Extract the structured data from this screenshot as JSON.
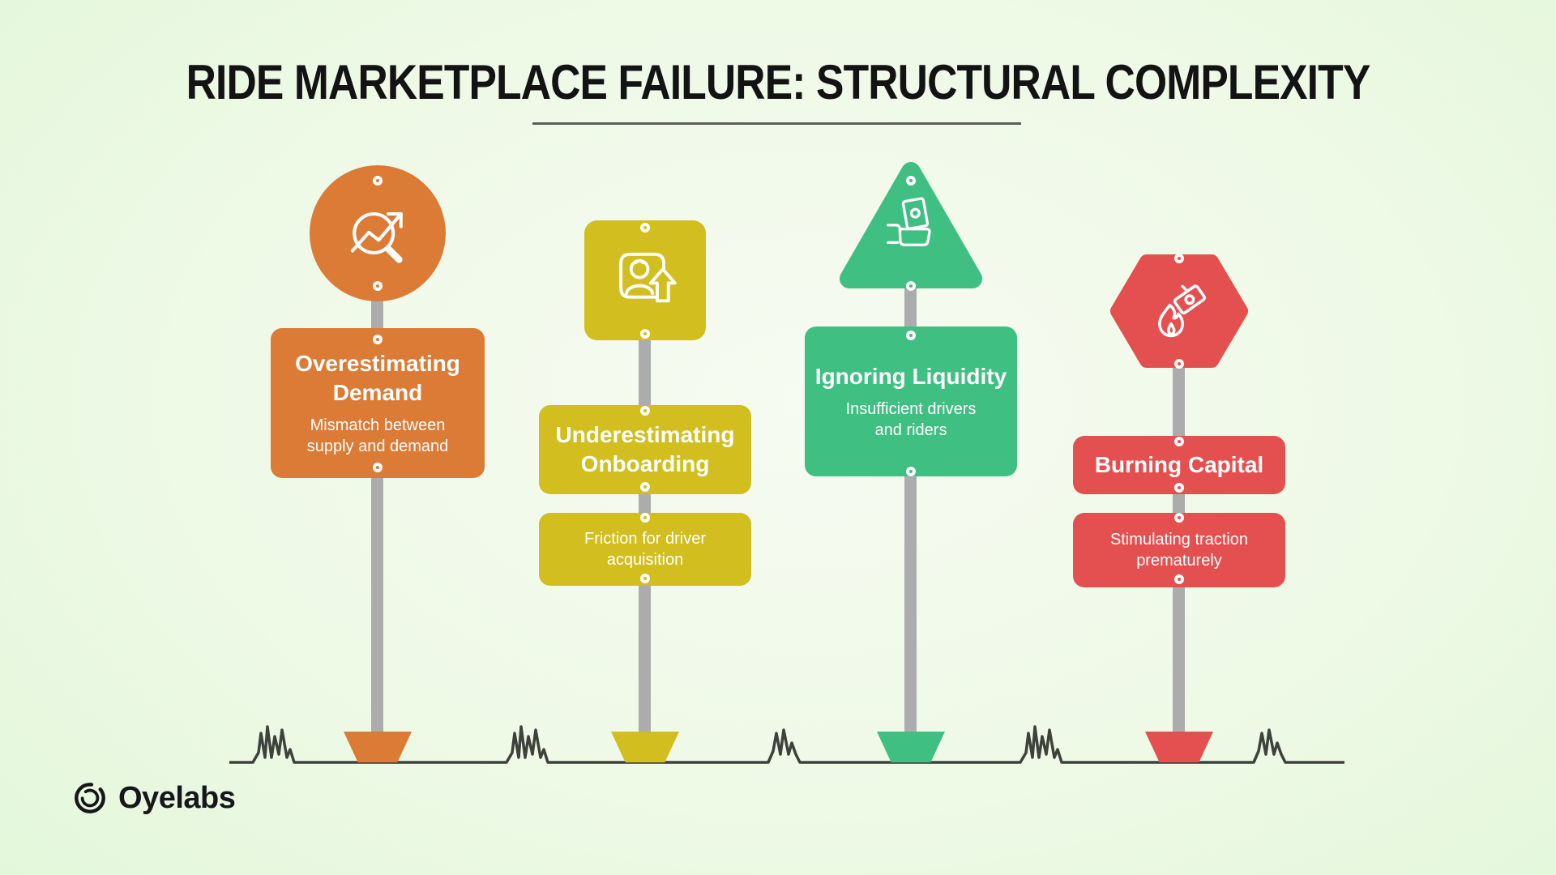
{
  "page": {
    "title": "RIDE MARKETPLACE FAILURE: STRUCTURAL COMPLEXITY"
  },
  "brand": {
    "name": "Oyelabs"
  },
  "colors": {
    "background_center": "#F7FBF2",
    "background_edge": "#E2F8DA",
    "pole": "#ACACAC",
    "ground_line": "#3F413C",
    "sign_text": "#FFFFFF",
    "title_text": "#131313"
  },
  "posts": [
    {
      "shape": "circle",
      "icon": "chart-magnifier-icon",
      "color": "#DC7B36",
      "title": "Overestimating Demand",
      "subtitle": "Mismatch between\nsupply and demand"
    },
    {
      "shape": "rounded-square",
      "icon": "driver-profile-upload-icon",
      "color": "#D2BE1E",
      "title": "Underestimating Onboarding",
      "subtitle": "Friction for driver\nacquisition"
    },
    {
      "shape": "triangle",
      "icon": "hand-holding-money-icon",
      "color": "#3FBF82",
      "title": "Ignoring Liquidity",
      "subtitle": "Insufficient drivers\nand riders"
    },
    {
      "shape": "hexagon",
      "icon": "burning-banknote-icon",
      "color": "#E4504F",
      "title": "Burning Capital",
      "subtitle": "Stimulating traction\nprematurely"
    }
  ]
}
